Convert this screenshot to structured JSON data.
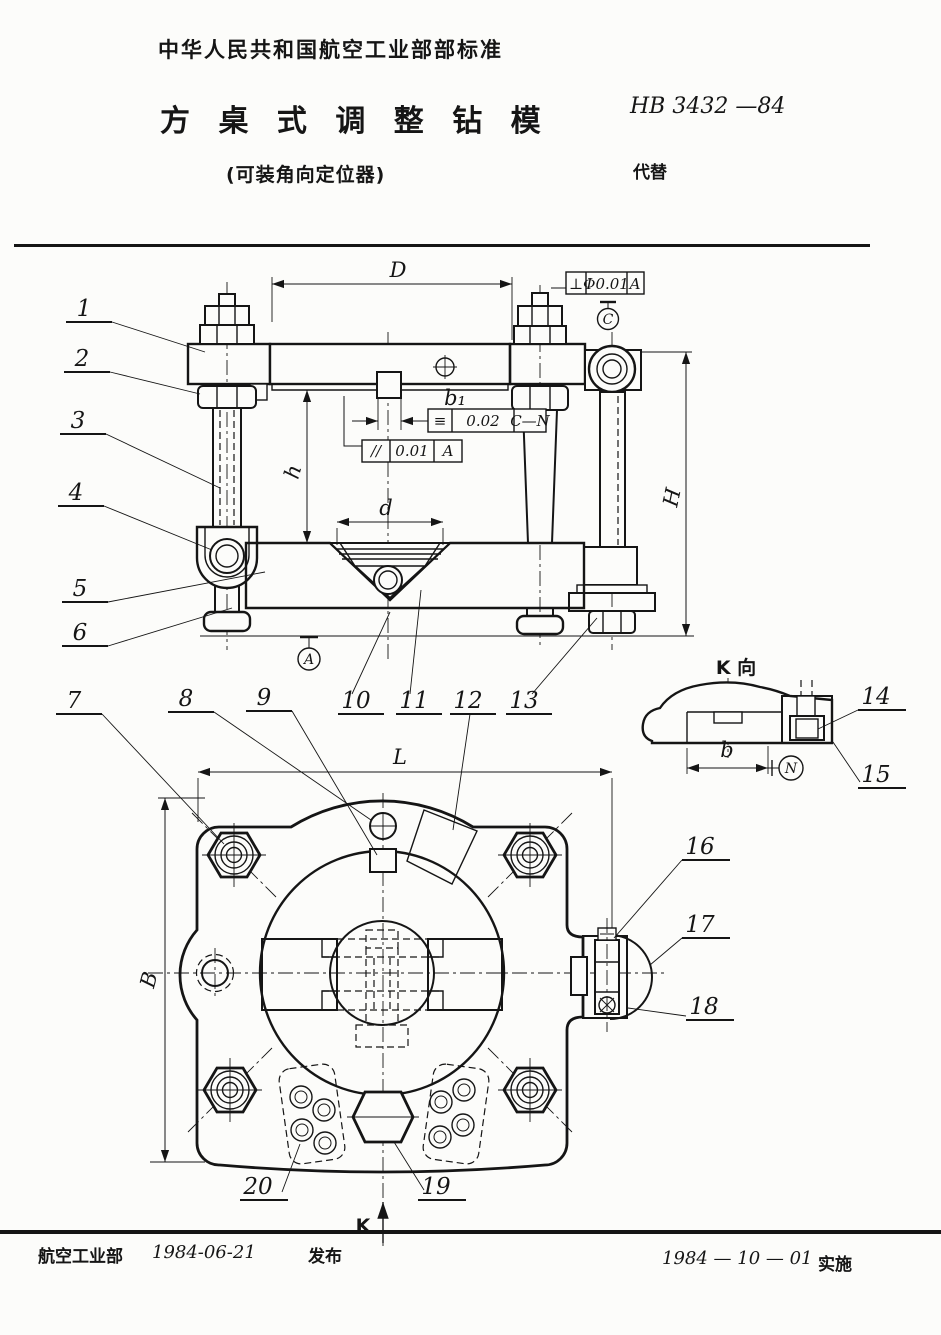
{
  "header": {
    "org_standard": "中华人民共和国航空工业部部标准",
    "title": "方 桌 式 调 整 钻 模",
    "subtitle": "(可装角向定位器)",
    "standard_no": "HB 3432 —84",
    "replaces": "代替"
  },
  "footer": {
    "org": "航空工业部",
    "issue_date": "1984-06-21",
    "issue_word": "发布",
    "impl_date": "1984 — 10 — 01",
    "impl_word": "实施"
  },
  "drawing": {
    "dims": {
      "D": "D",
      "b1": "b₁",
      "h": "h",
      "d": "d",
      "H": "H",
      "L": "L",
      "B": "B",
      "b": "b"
    },
    "views": {
      "k_view": "K 向",
      "k_arrow": "K"
    },
    "datums": {
      "A": "A",
      "C": "C",
      "N": "N"
    },
    "fcf": {
      "perp": {
        "sym": "⊥",
        "tol": "Φ0.01",
        "ref": "A"
      },
      "symm": {
        "sym": "≡",
        "tol": "0.02",
        "ref": "C—N"
      },
      "para": {
        "sym": "//",
        "tol": "0.01",
        "ref": "A"
      }
    },
    "balloons": [
      "1",
      "2",
      "3",
      "4",
      "5",
      "6",
      "7",
      "8",
      "9",
      "10",
      "11",
      "12",
      "13",
      "14",
      "15",
      "16",
      "17",
      "18",
      "19",
      "20"
    ]
  }
}
